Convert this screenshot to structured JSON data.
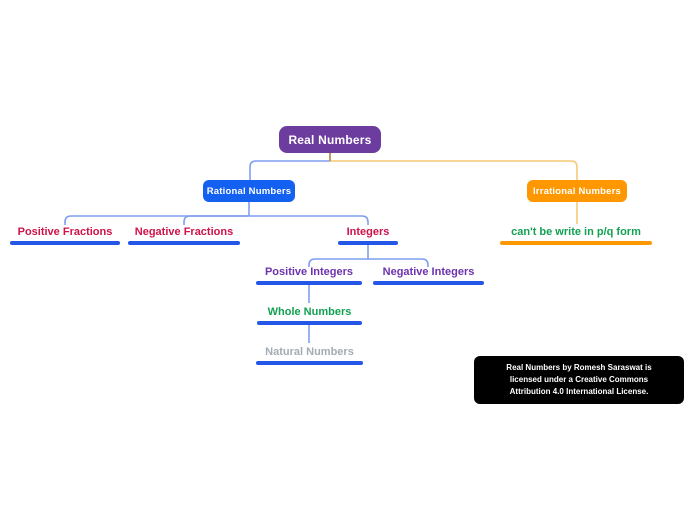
{
  "mindmap": {
    "root": {
      "label": "Real Numbers",
      "color": "#6c3d9e"
    },
    "nodes": {
      "rational": {
        "label": "Rational Numbers",
        "color": "#1460f0"
      },
      "irrational": {
        "label": "Irrational Numbers",
        "color": "#ff9800"
      },
      "positive_fractions": {
        "label": "Positive Fractions",
        "text_color": "#cf1249",
        "underline_color": "#2456e8"
      },
      "negative_fractions": {
        "label": "Negative Fractions",
        "text_color": "#cf1249",
        "underline_color": "#2456e8"
      },
      "integers": {
        "label": "Integers",
        "text_color": "#cf1249",
        "underline_color": "#2456e8"
      },
      "cant_be_write": {
        "label": "can't be write in p/q form",
        "text_color": "#13a052",
        "underline_color": "#ff9800"
      },
      "positive_integers": {
        "label": "Positive Integers",
        "text_color": "#6d32ae",
        "underline_color": "#2456e8"
      },
      "negative_integers": {
        "label": "Negative Integers",
        "text_color": "#6d32ae",
        "underline_color": "#2456e8"
      },
      "whole_numbers": {
        "label": "Whole Numbers",
        "text_color": "#13a052",
        "underline_color": "#2456e8"
      },
      "natural_numbers": {
        "label": "Natural Numbers",
        "text_color": "#a3abb3",
        "underline_color": "#2456e8"
      }
    },
    "connector_colors": {
      "blue_branch": "#7e9ff0",
      "orange_branch": "#f9c776",
      "root_stem": "#c09a62"
    }
  },
  "license": {
    "line1": "Real Numbers by Romesh Saraswat is",
    "line2": "licensed under a Creative Commons",
    "line3": "Attribution 4.0 International License."
  }
}
